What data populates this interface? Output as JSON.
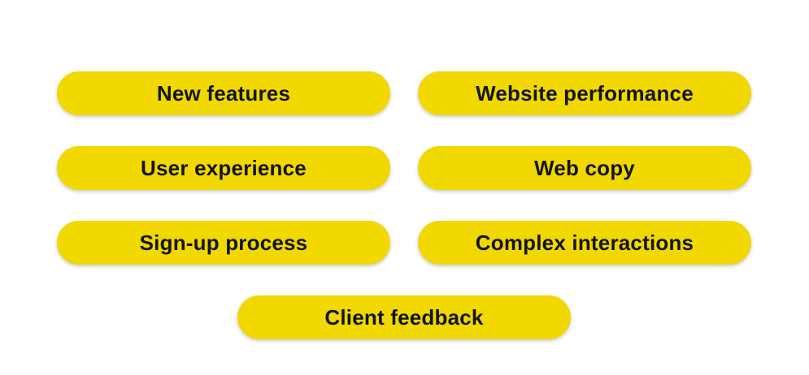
{
  "colors": {
    "page_background": "#ffffff",
    "pill_background": "#f0d800",
    "pill_text": "#141414"
  },
  "pills": {
    "labels": [
      "New features",
      "Website performance",
      "User experience",
      "Web copy",
      "Sign-up process",
      "Complex interactions",
      "Client feedback"
    ]
  }
}
